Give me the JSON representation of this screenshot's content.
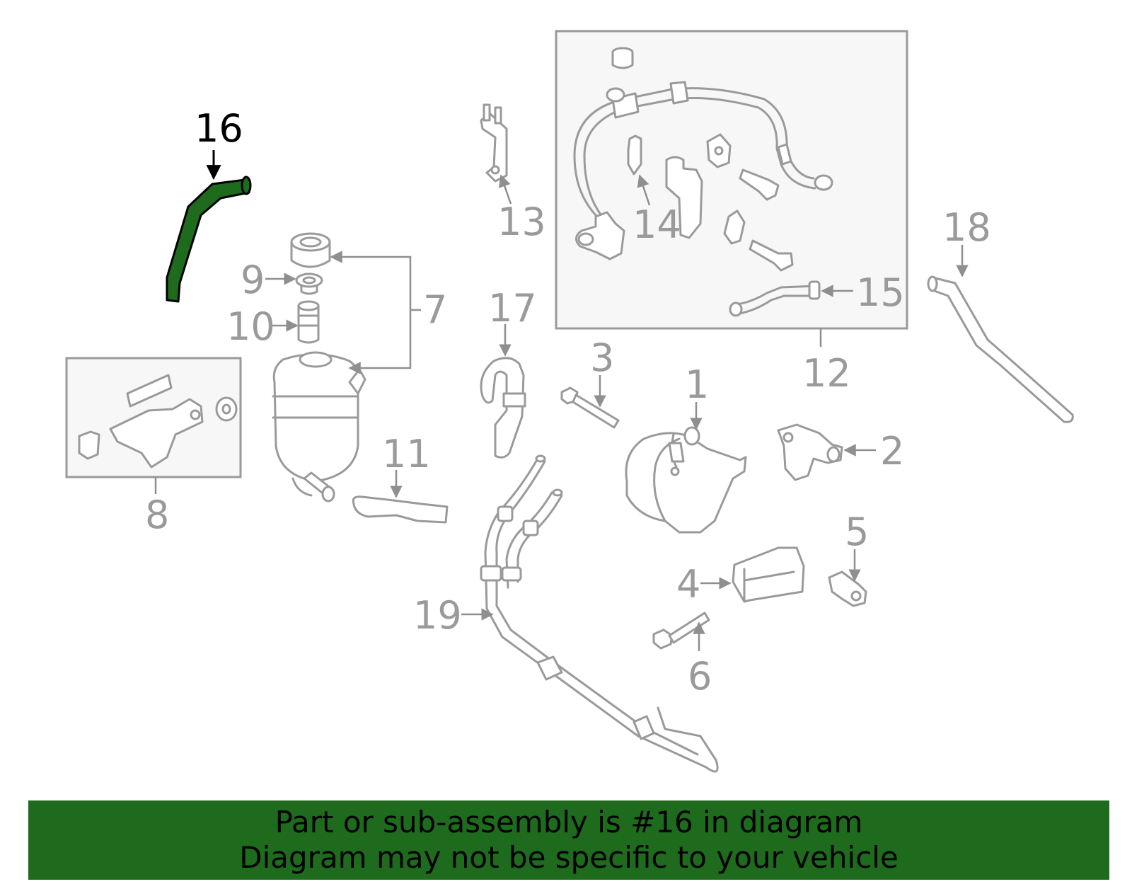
{
  "diagram": {
    "labels": {
      "p1": "1",
      "p2": "2",
      "p3": "3",
      "p4": "4",
      "p5": "5",
      "p6": "6",
      "p7": "7",
      "p8": "8",
      "p9": "9",
      "p10": "10",
      "p11": "11",
      "p12": "12",
      "p13": "13",
      "p14": "14",
      "p15": "15",
      "p16": "16",
      "p17": "17",
      "p18": "18",
      "p19": "19"
    },
    "highlighted_part": "16",
    "colors": {
      "highlight_fill": "#1e6b1e",
      "line_gray": "#9a9a9a",
      "box_fill": "#f7f7f7"
    }
  },
  "banner": {
    "line1": "Part or sub-assembly is #16 in diagram",
    "line2": "Diagram may not be specific to your vehicle",
    "bg_color": "#1e6b1e"
  }
}
